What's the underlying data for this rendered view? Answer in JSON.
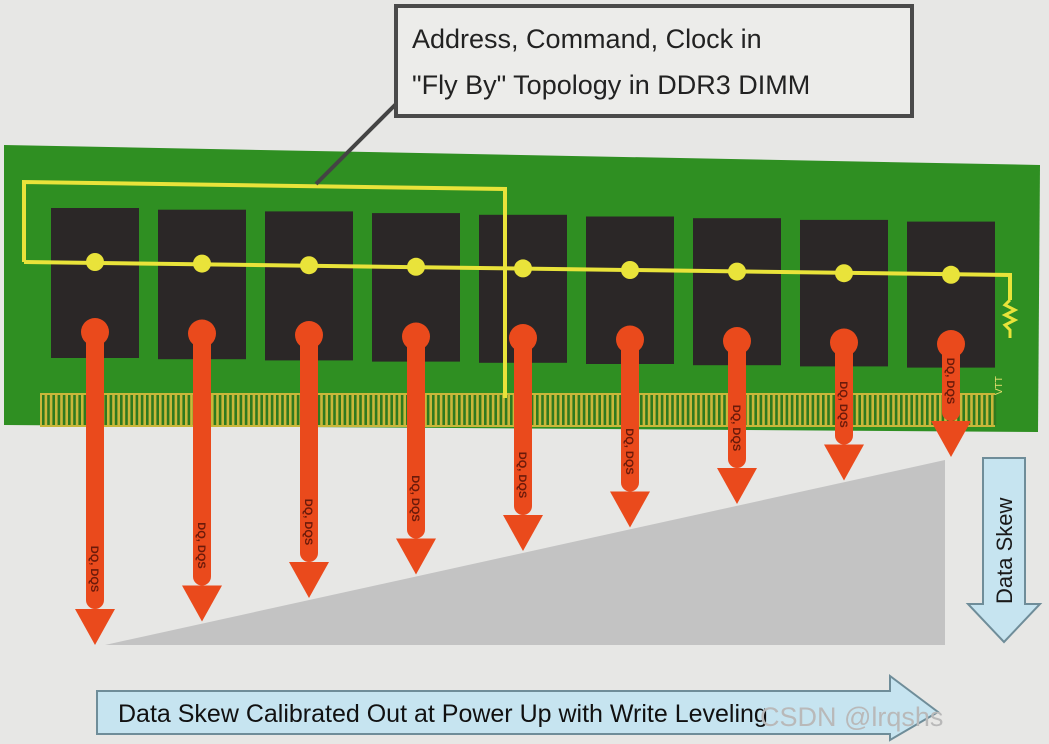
{
  "callout": {
    "line1": "Address, Command, Clock in",
    "line2": "\"Fly By\" Topology in DDR3 DIMM"
  },
  "dimm": {
    "chip_count": 9,
    "termination_label": "VTT",
    "signal_label": "DQ, DQS"
  },
  "data_skew_label": "Data Skew",
  "banner_label": "Data Skew Calibrated Out at Power Up with Write Leveling",
  "watermark": "CSDN @lrqshs",
  "colors": {
    "pcb_green": "#2f8f22",
    "chip_dark": "#2b2727",
    "flyby_yellow": "#e9e33a",
    "arrow_orange": "#ea4a1c",
    "skew_gray": "#c3c3c3",
    "banner_blue": "#c6e4f0"
  }
}
